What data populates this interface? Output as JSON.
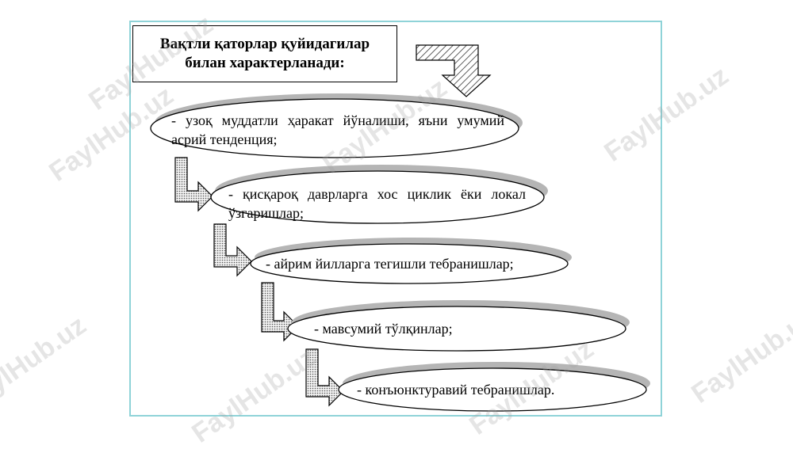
{
  "title": "Вақтли қаторлар қуйидагилар билан характерланади:",
  "items": [
    "- узоқ муддатли ҳаракат йўналиши, яъни умумий асрий тенденция;",
    "- қисқароқ даврларга хос циклик ёки локал ўзгаришлар;",
    "- айрим йилларга тегишли тебранишлар;",
    "- мавсумий тўлқинлар;",
    "- конъюнктуравий тебранишлар."
  ],
  "watermark": "FaylHub.uz",
  "colors": {
    "frame": "#8fd3d8",
    "stroke": "#000000",
    "shadow": "#b5b5b5",
    "fill": "#ffffff"
  }
}
